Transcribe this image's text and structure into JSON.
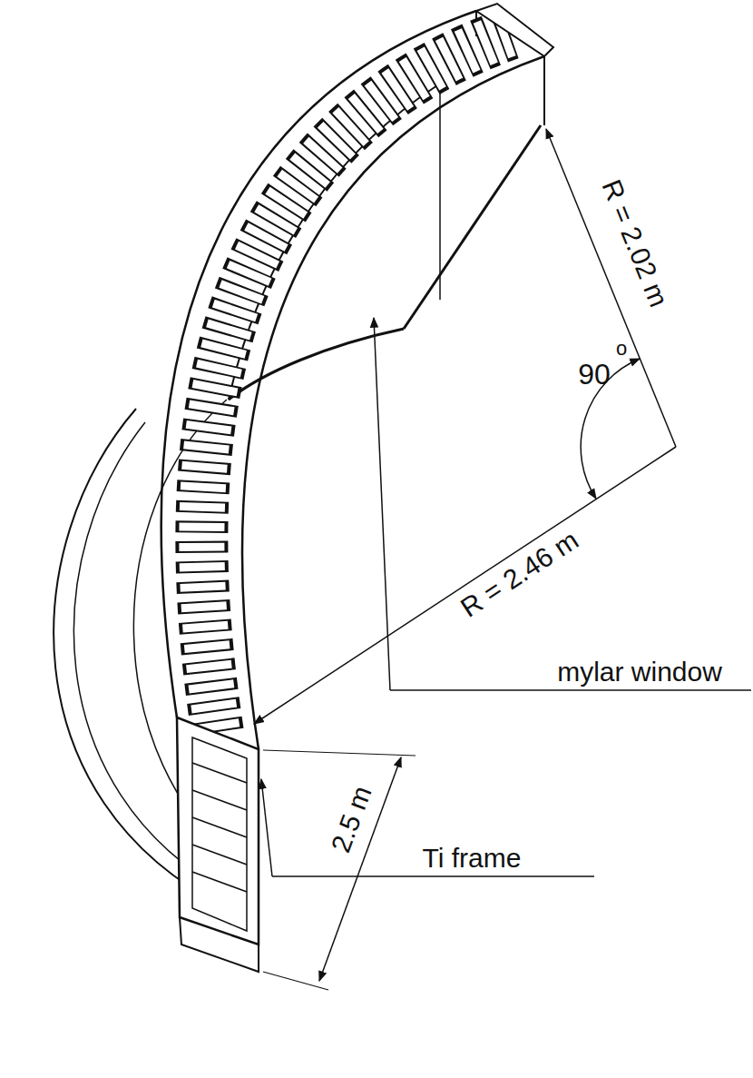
{
  "diagram": {
    "labels": [
      "R = 2.02 m",
      "90",
      "o",
      "R = 2.46 m",
      "mylar window",
      "Ti frame",
      "2.5 m"
    ]
  }
}
